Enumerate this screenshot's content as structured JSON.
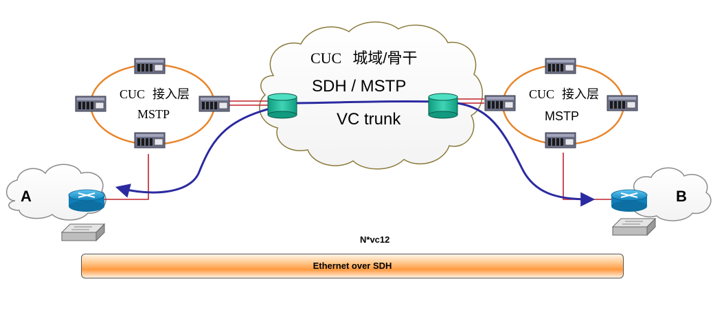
{
  "cloud_core": {
    "title_prefix": "CUC",
    "title_cn": "城域/骨干",
    "line1": "SDH / MSTP",
    "line2": "VC trunk"
  },
  "ring_left": {
    "label_prefix": "CUC",
    "label_cn": "接入层",
    "label_line2": "MSTP"
  },
  "ring_right": {
    "label_prefix": "CUC",
    "label_cn": "接入层",
    "label_line2": "MSTP"
  },
  "site_a": {
    "label": "A"
  },
  "site_b": {
    "label": "B"
  },
  "capacity_label": "N*vc12",
  "bar_label": "Ethernet over SDH",
  "colors": {
    "ring": "#e8852a",
    "path": "#2b2aa0",
    "link": "#c0202a",
    "cylinder": "#20b89a",
    "router": "#1c9ed6",
    "cloud_core_border": "#8a7a3a"
  }
}
